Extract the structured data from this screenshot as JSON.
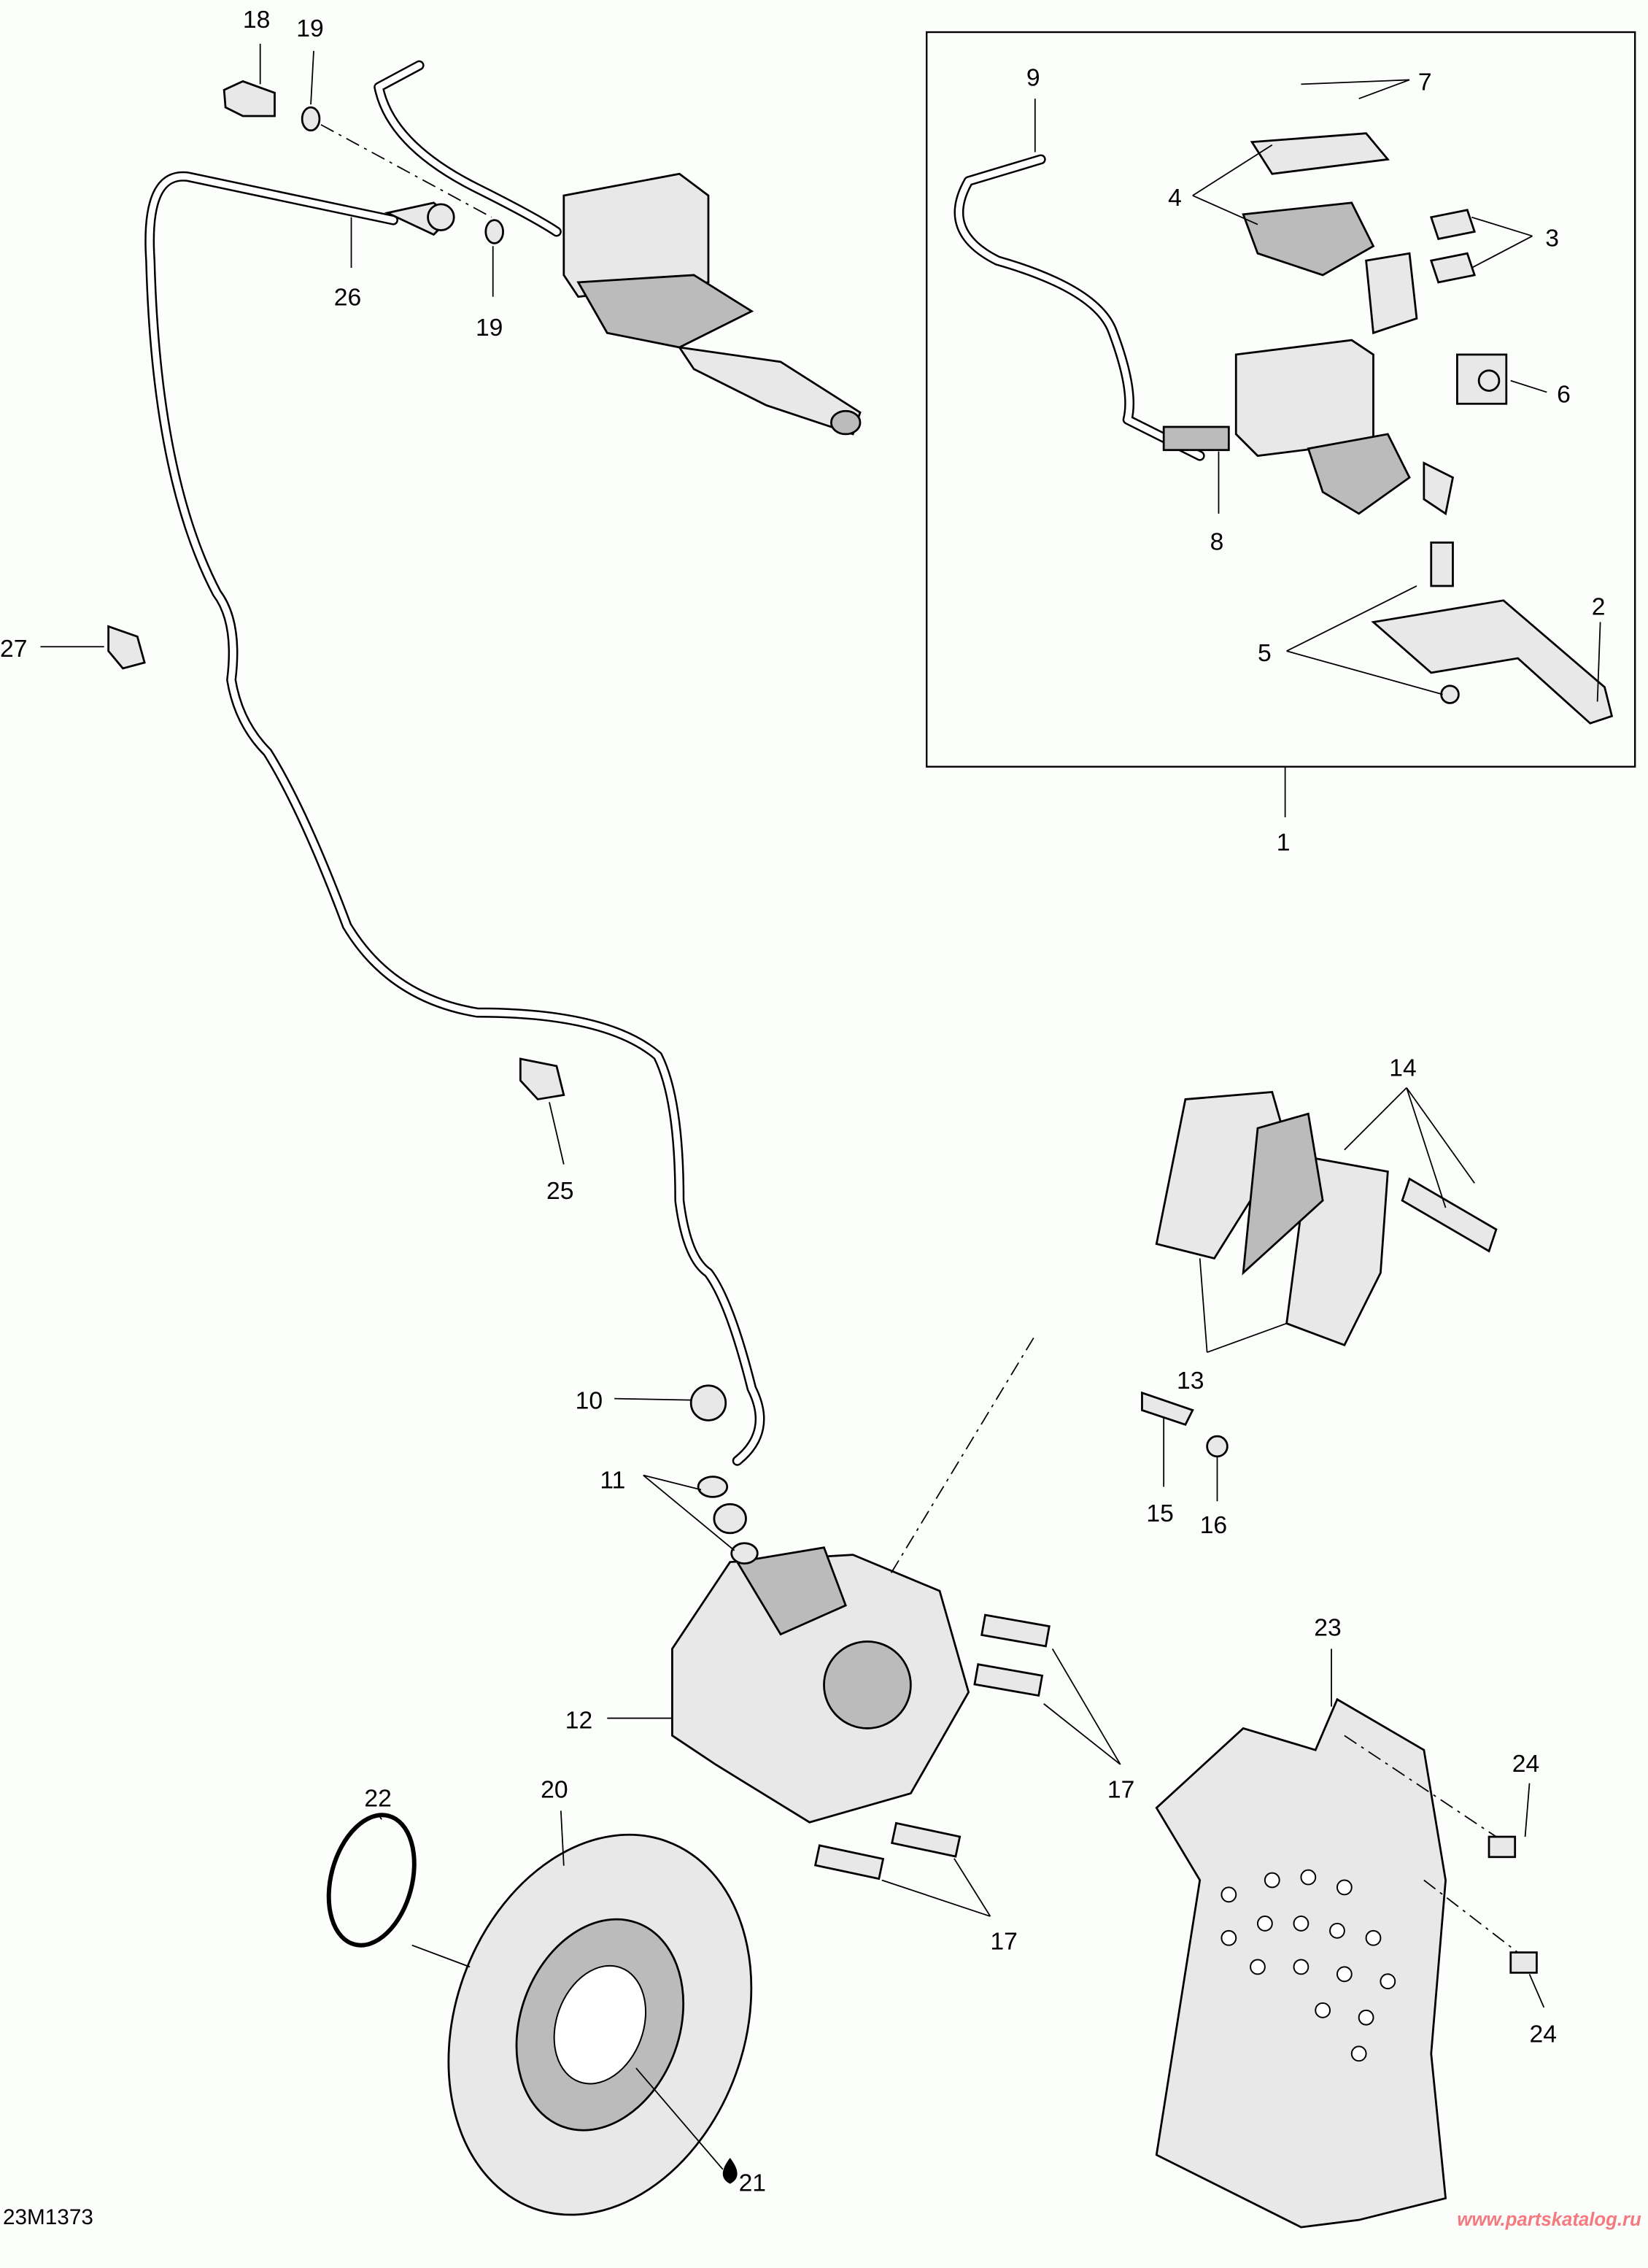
{
  "diagram_code": "23M1373",
  "watermark": "www.partskatalog.ru",
  "callouts": [
    "1",
    "2",
    "3",
    "4",
    "5",
    "6",
    "7",
    "8",
    "9",
    "10",
    "11",
    "12",
    "13",
    "14",
    "15",
    "16",
    "17",
    "17",
    "18",
    "19",
    "19",
    "20",
    "21",
    "22",
    "23",
    "24",
    "24",
    "25",
    "26",
    "27"
  ],
  "colors": {
    "line": "#000000",
    "watermark": "#f47a80",
    "background": "#fcfefc"
  }
}
